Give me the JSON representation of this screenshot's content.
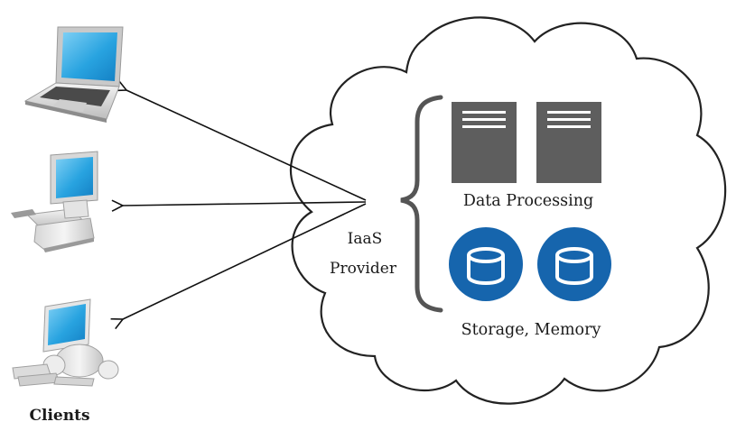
{
  "diagram": {
    "provider_label_line1": "IaaS",
    "provider_label_line2": "Provider",
    "data_processing_label": "Data Processing",
    "storage_label": "Storage, Memory",
    "clients_label": "Clients"
  },
  "colors": {
    "server": "#5e5e5e",
    "server_lines": "#ffffff",
    "storage_blue": "#1665ad",
    "cloud_stroke": "#222222",
    "arrow": "#111111",
    "screen_blue": "#28a3e0"
  },
  "icons": [
    "laptop-icon",
    "desktop-computer-icon",
    "imac-computer-icon",
    "server-icon",
    "database-icon",
    "cloud-icon",
    "curly-brace-icon"
  ]
}
